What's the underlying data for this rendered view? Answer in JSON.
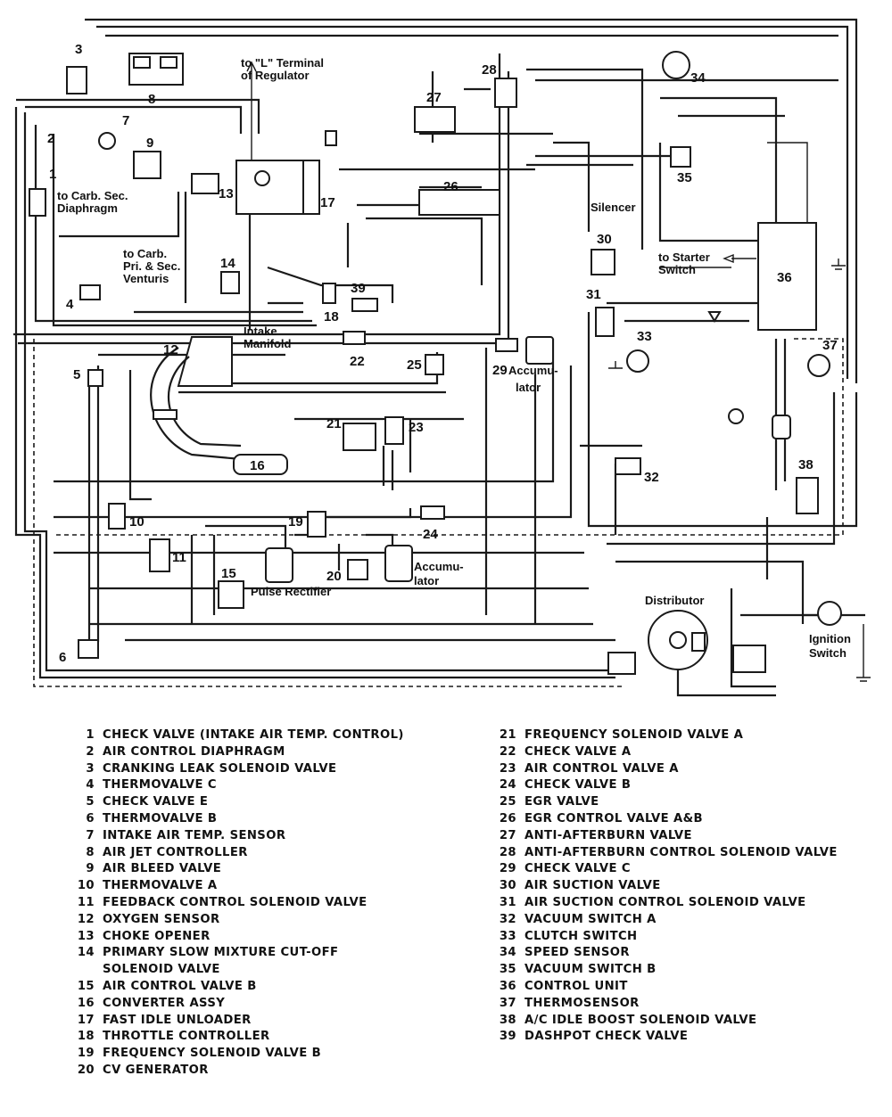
{
  "diagram": {
    "labels": {
      "l_terminal": [
        "to \"L\" Terminal",
        "of Regulator"
      ],
      "carb_sec": [
        "to Carb. Sec.",
        "Diaphragm"
      ],
      "carb_pri": [
        "to Carb.",
        "Pri. & Sec.",
        "Venturis"
      ],
      "intake": [
        "Intake",
        "Manifold"
      ],
      "silencer": "Silencer",
      "starter": [
        "to Starter",
        "Switch"
      ],
      "accumulator_a": [
        "Accumu-",
        "lator"
      ],
      "accumulator_b": [
        "Accumu-",
        "lator"
      ],
      "pulse": "Pulse Rectifier",
      "distributor": "Distributor",
      "ignition": [
        "Ignition",
        "Switch"
      ]
    },
    "numbers": [
      "1",
      "2",
      "3",
      "4",
      "5",
      "6",
      "7",
      "8",
      "9",
      "10",
      "11",
      "12",
      "13",
      "14",
      "15",
      "16",
      "17",
      "18",
      "19",
      "20",
      "21",
      "22",
      "23",
      "24",
      "25",
      "26",
      "27",
      "28",
      "29",
      "30",
      "31",
      "32",
      "33",
      "34",
      "35",
      "36",
      "37",
      "38",
      "39"
    ]
  },
  "legend": {
    "left": [
      {
        "n": "1",
        "t": "CHECK VALVE (INTAKE AIR TEMP. CONTROL)"
      },
      {
        "n": "2",
        "t": "AIR CONTROL DIAPHRAGM"
      },
      {
        "n": "3",
        "t": "CRANKING LEAK SOLENOID VALVE"
      },
      {
        "n": "4",
        "t": "THERMOVALVE C"
      },
      {
        "n": "5",
        "t": "CHECK VALVE E"
      },
      {
        "n": "6",
        "t": "THERMOVALVE B"
      },
      {
        "n": "7",
        "t": "INTAKE AIR TEMP. SENSOR"
      },
      {
        "n": "8",
        "t": "AIR JET CONTROLLER"
      },
      {
        "n": "9",
        "t": "AIR BLEED VALVE"
      },
      {
        "n": "10",
        "t": "THERMOVALVE A"
      },
      {
        "n": "11",
        "t": "FEEDBACK CONTROL SOLENOID VALVE"
      },
      {
        "n": "12",
        "t": "OXYGEN SENSOR"
      },
      {
        "n": "13",
        "t": "CHOKE OPENER"
      },
      {
        "n": "14",
        "t": "PRIMARY SLOW MIXTURE CUT-OFF"
      },
      {
        "n": "",
        "t": "SOLENOID VALVE"
      },
      {
        "n": "15",
        "t": "AIR CONTROL VALVE B"
      },
      {
        "n": "16",
        "t": "CONVERTER ASSY"
      },
      {
        "n": "17",
        "t": "FAST IDLE UNLOADER"
      },
      {
        "n": "18",
        "t": "THROTTLE CONTROLLER"
      },
      {
        "n": "19",
        "t": "FREQUENCY SOLENOID VALVE B"
      },
      {
        "n": "20",
        "t": "CV GENERATOR"
      }
    ],
    "right": [
      {
        "n": "21",
        "t": "FREQUENCY SOLENOID VALVE A"
      },
      {
        "n": "22",
        "t": "CHECK VALVE A"
      },
      {
        "n": "23",
        "t": "AIR CONTROL VALVE A"
      },
      {
        "n": "24",
        "t": "CHECK VALVE B"
      },
      {
        "n": "25",
        "t": "EGR VALVE"
      },
      {
        "n": "26",
        "t": "EGR CONTROL VALVE A&B"
      },
      {
        "n": "27",
        "t": "ANTI-AFTERBURN VALVE"
      },
      {
        "n": "28",
        "t": "ANTI-AFTERBURN CONTROL SOLENOID VALVE"
      },
      {
        "n": "29",
        "t": "CHECK VALVE C"
      },
      {
        "n": "30",
        "t": "AIR SUCTION VALVE"
      },
      {
        "n": "31",
        "t": "AIR SUCTION CONTROL SOLENOID VALVE"
      },
      {
        "n": "32",
        "t": "VACUUM SWITCH A"
      },
      {
        "n": "33",
        "t": "CLUTCH SWITCH"
      },
      {
        "n": "34",
        "t": "SPEED SENSOR"
      },
      {
        "n": "35",
        "t": "VACUUM SWITCH B"
      },
      {
        "n": "36",
        "t": "CONTROL UNIT"
      },
      {
        "n": "37",
        "t": "THERMOSENSOR"
      },
      {
        "n": "38",
        "t": "A/C IDLE BOOST SOLENOID VALVE"
      },
      {
        "n": "39",
        "t": "DASHPOT CHECK VALVE"
      }
    ]
  }
}
